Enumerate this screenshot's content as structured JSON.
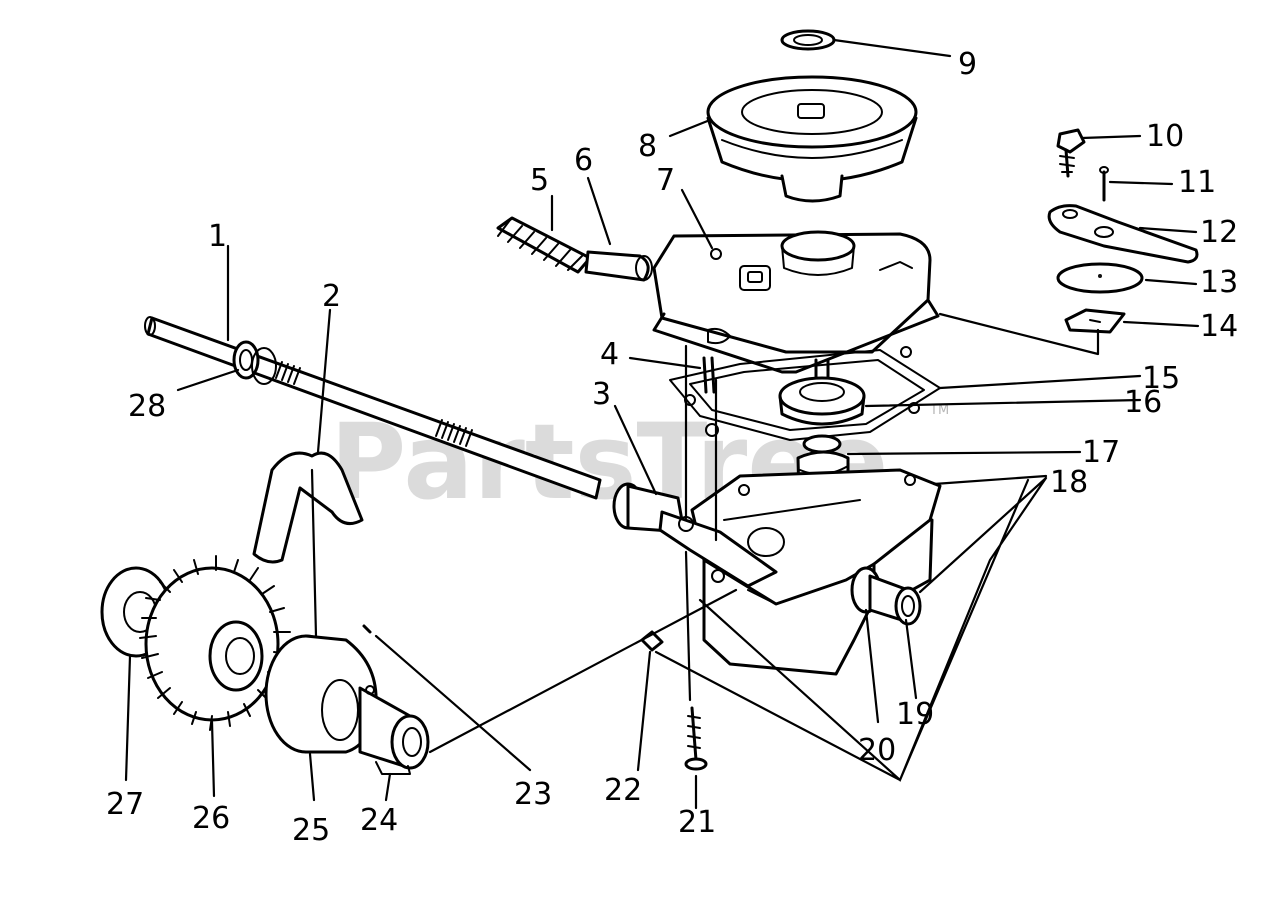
{
  "watermark": {
    "text": "PartsTree",
    "trademark": "TM"
  },
  "callouts": {
    "c1": "1",
    "c2": "2",
    "c3": "3",
    "c4": "4",
    "c5": "5",
    "c6": "6",
    "c7": "7",
    "c8": "8",
    "c9": "9",
    "c10": "10",
    "c11": "11",
    "c12": "12",
    "c13": "13",
    "c14": "14",
    "c15": "15",
    "c16": "16",
    "c17": "17",
    "c18": "18",
    "c19": "19",
    "c20": "20",
    "c21": "21",
    "c22": "22",
    "c23": "23",
    "c24": "24",
    "c25": "25",
    "c26": "26",
    "c27": "27",
    "c28": "28"
  }
}
